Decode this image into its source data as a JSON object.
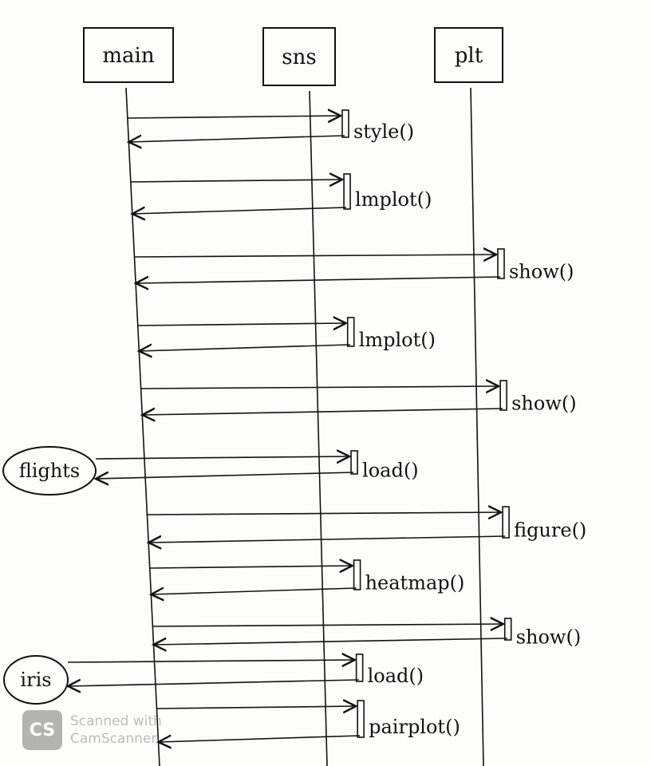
{
  "participants": [
    {
      "id": "main",
      "label": "main"
    },
    {
      "id": "sns",
      "label": "sns"
    },
    {
      "id": "plt",
      "label": "plt"
    }
  ],
  "actors": [
    {
      "id": "flights",
      "label": "flights"
    },
    {
      "id": "iris",
      "label": "iris"
    }
  ],
  "messages": [
    {
      "target": "sns",
      "label": "style()"
    },
    {
      "target": "sns",
      "label": "lmplot()"
    },
    {
      "target": "plt",
      "label": "show()"
    },
    {
      "target": "sns",
      "label": "lmplot()"
    },
    {
      "target": "plt",
      "label": "show()"
    },
    {
      "target": "sns",
      "label": "load()",
      "source": "flights"
    },
    {
      "target": "plt",
      "label": "figure()"
    },
    {
      "target": "sns",
      "label": "heatmap()"
    },
    {
      "target": "plt",
      "label": "show()"
    },
    {
      "target": "sns",
      "label": "load()",
      "source": "iris"
    },
    {
      "target": "sns",
      "label": "pairplot()"
    }
  ],
  "watermark": {
    "logo": "CS",
    "line1": "Scanned with",
    "line2": "CamScanner"
  }
}
